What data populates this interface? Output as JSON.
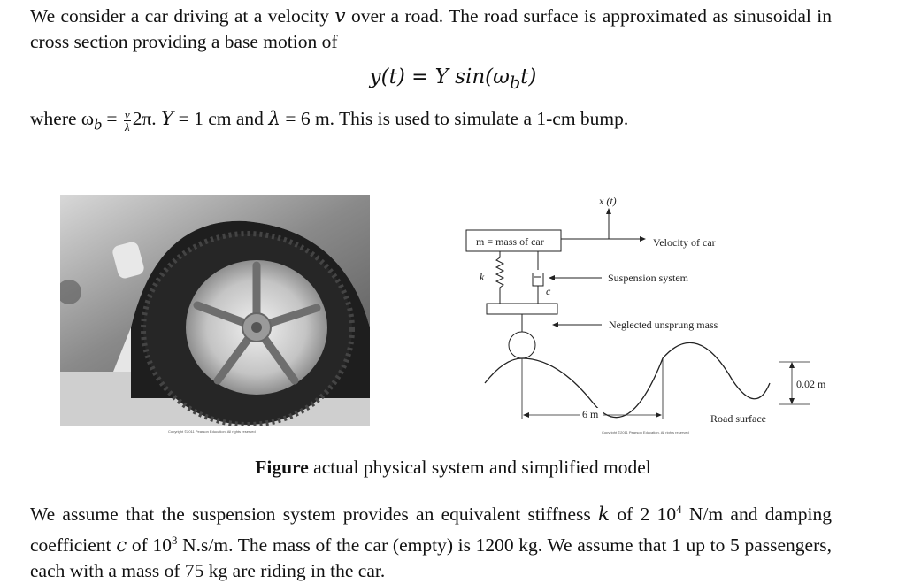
{
  "intro": {
    "text_1": "We consider a car driving at a velocity ",
    "var_v": "v",
    "text_2": " over a road. The road surface is approximated as sinusoidal in cross section providing a base motion of"
  },
  "equation": {
    "text": "y(t) = Y sin(ω",
    "sub": "b",
    "tail": "t)"
  },
  "where": {
    "prefix": "where ω",
    "sub": "b",
    "eq": " = ",
    "frac_num": "v",
    "frac_den": "λ",
    "rest_1": "2π. ",
    "Y": "Y",
    "rest_2": " = 1 cm and ",
    "lambda": "λ",
    "rest_3": " = 6 m. This is used to simulate a 1-cm bump."
  },
  "photo_copyright": "Copyright ©2011 Pearson Education, All rights reserved",
  "diagram": {
    "x_label": "x (t)",
    "mass_label": "m = mass of car",
    "velocity_label": "Velocity of car",
    "k_label": "k",
    "c_label": "c",
    "suspension_label": "Suspension system",
    "unsprung_label": "Neglected unsprung mass",
    "amplitude_label": "0.02 m",
    "wavelength_label": "6 m",
    "road_label": "Road surface",
    "copyright": "Copyright ©2011 Pearson Education, All rights reserved"
  },
  "caption": {
    "bold": "Figure",
    "text": " actual physical system and simplified model"
  },
  "closing": {
    "t1": "We assume that the suspension system provides an equivalent stiffness ",
    "k": "k",
    "t2": " of 2 10",
    "exp1": "4",
    "t3": " N/m and damping coefficient ",
    "c": "c",
    "t4": " of 10",
    "exp2": "3",
    "t5": " N.s/m. The mass of the car (empty) is 1200 kg. We assume that 1 up to 5 passengers, each with a mass of 75 kg are riding in the car."
  }
}
